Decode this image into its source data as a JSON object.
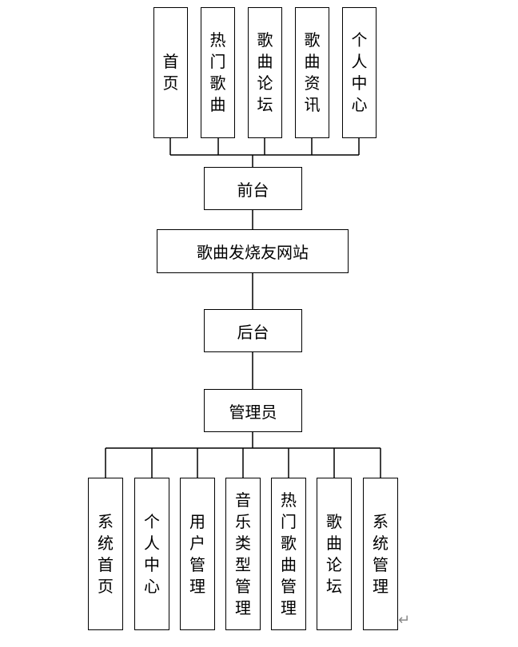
{
  "diagram": {
    "frontend_items": [
      {
        "id": "home",
        "label": "首页"
      },
      {
        "id": "hot-songs",
        "label": "热门歌曲"
      },
      {
        "id": "song-forum",
        "label": "歌曲论坛"
      },
      {
        "id": "song-news",
        "label": "歌曲资讯"
      },
      {
        "id": "personal-center",
        "label": "个人中心"
      }
    ],
    "frontend": "前台",
    "site": "歌曲发烧友网站",
    "backend": "后台",
    "admin": "管理员",
    "backend_items": [
      {
        "id": "system-home",
        "label": "系统首页"
      },
      {
        "id": "personal-center",
        "label": "个人中心"
      },
      {
        "id": "user-management",
        "label": "用户管理"
      },
      {
        "id": "music-type-management",
        "label": "音乐类型管理"
      },
      {
        "id": "hot-song-management",
        "label": "热门歌曲管理"
      },
      {
        "id": "song-forum",
        "label": "歌曲论坛"
      },
      {
        "id": "system-management",
        "label": "系统管理"
      }
    ],
    "return_mark": "↵"
  }
}
